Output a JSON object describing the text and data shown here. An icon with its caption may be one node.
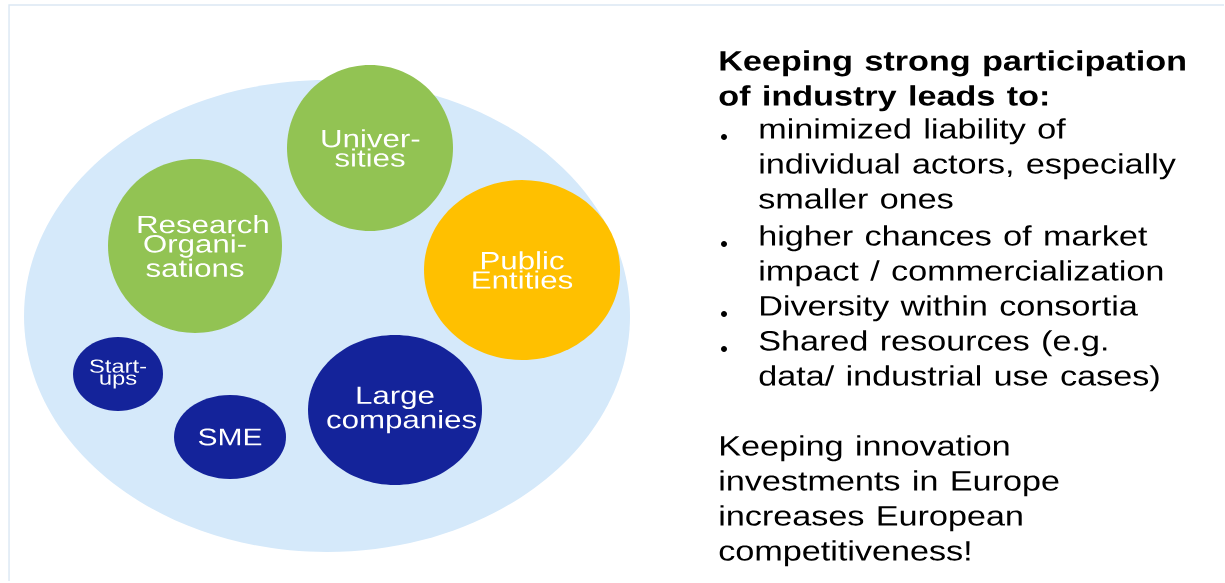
{
  "diagram": {
    "nodes": [
      {
        "text": [],
        "shape": "circle"
      },
      {
        "text": [
          "Univer- sities"
        ],
        "in": 0
      },
      {
        "text": [
          "Research Organi- sations"
        ],
        "in": 0
      },
      {
        "text": [
          "Public Entities"
        ],
        "in": 0
      },
      {
        "text": [
          "Start- ups"
        ],
        "in": 0
      },
      {
        "text": [
          "SME"
        ],
        "in": 0
      },
      {
        "text": [
          "Large companies"
        ],
        "in": 0
      }
    ],
    "edges": [],
    "labels": [
      "Keeping strong participation of industry leads to:",
      "minimized liability of individual actors, especially smaller ones",
      "higher chances of market impact / commercialization",
      "Diversity within consortia",
      "Shared resources (e.g. data/ industrial use cases)",
      "Keeping innovation investments in Europe increases European competitiveness!"
    ]
  }
}
